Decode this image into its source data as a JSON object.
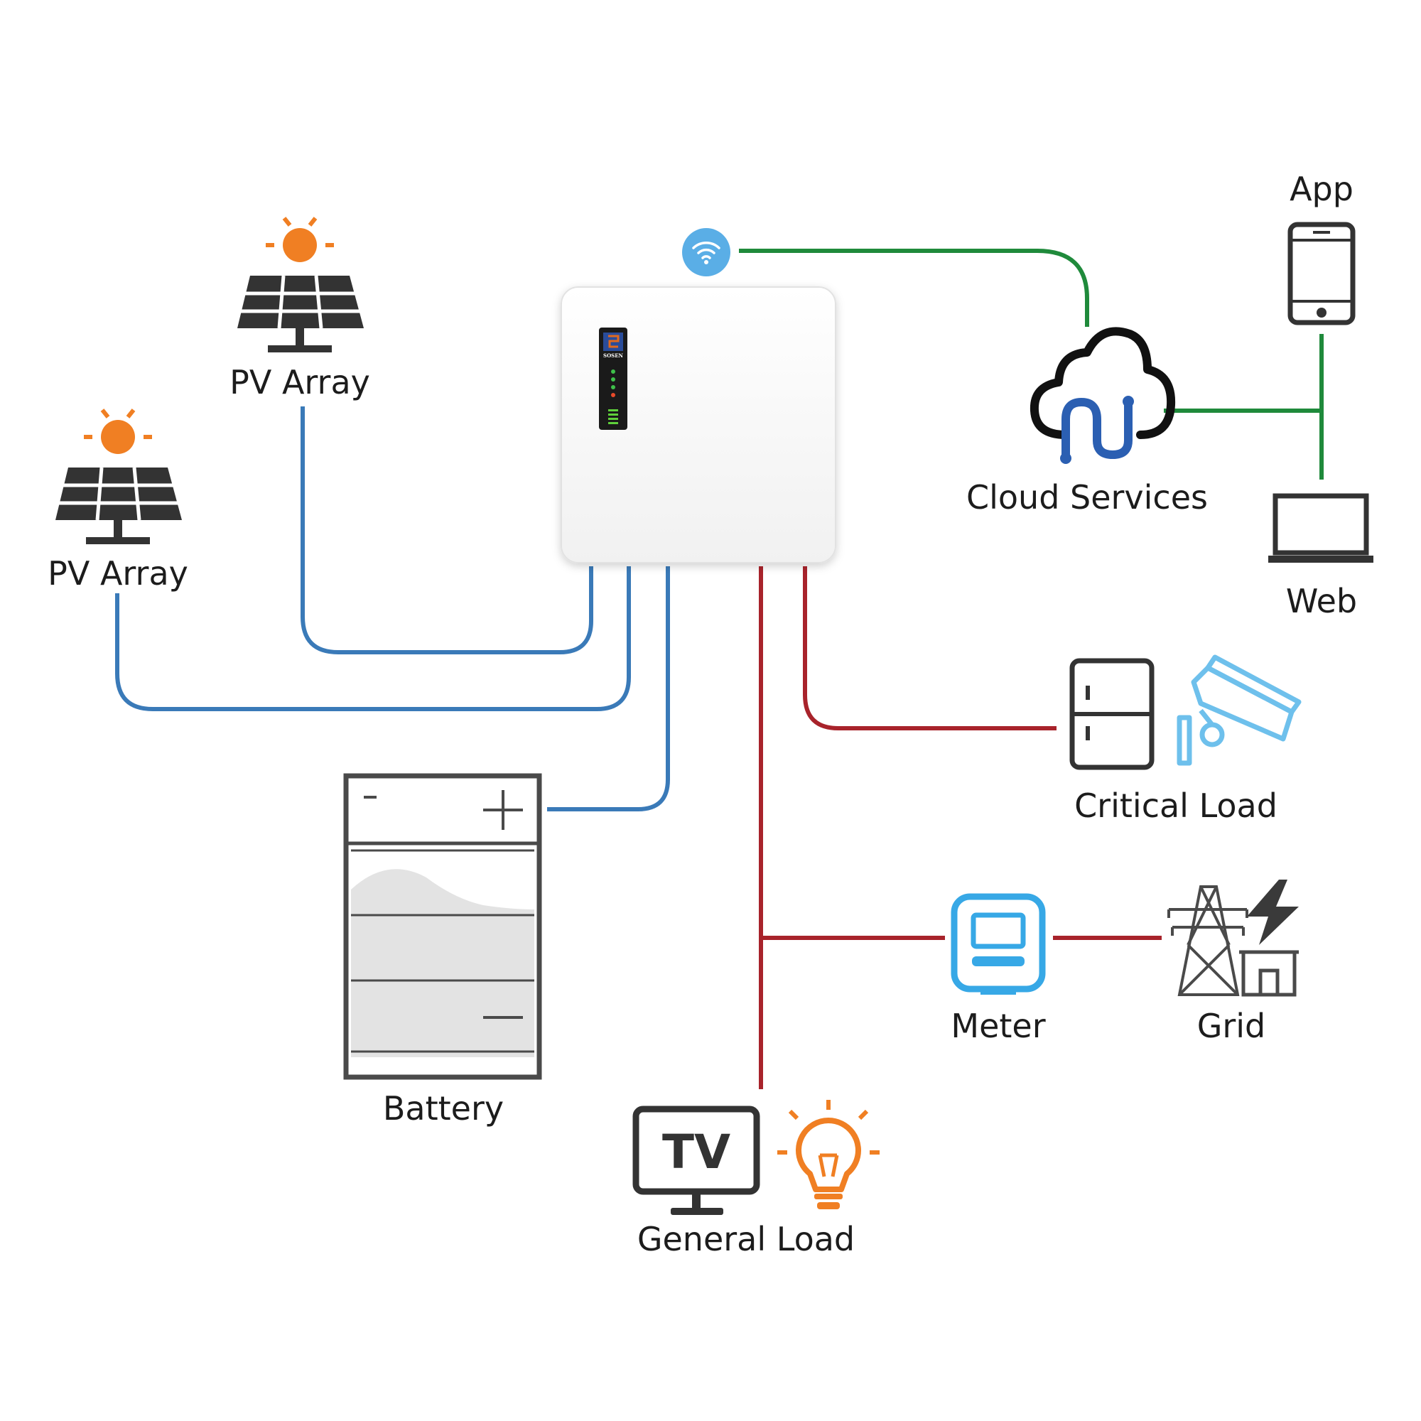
{
  "labels": {
    "pv_array_top": "PV Array",
    "pv_array_left": "PV Array",
    "battery": "Battery",
    "general_load": "General Load",
    "cloud_services": "Cloud Services",
    "app": "App",
    "web": "Web",
    "critical_load": "Critical Load",
    "meter": "Meter",
    "grid": "Grid"
  },
  "inverter": {
    "brand": "SOSEN"
  },
  "icons": {
    "tv_text": "TV",
    "wifi": "wifi-icon",
    "sun": "sun-icon",
    "solar_panel": "solar-panel-icon",
    "battery": "battery-icon",
    "tv": "tv-icon",
    "bulb": "light-bulb-icon",
    "cloud": "cloud-icon",
    "phone": "smartphone-icon",
    "laptop": "laptop-icon",
    "fridge": "fridge-icon",
    "camera": "security-camera-icon",
    "meter": "meter-icon",
    "tower": "power-tower-icon",
    "lightning": "lightning-icon",
    "house": "house-icon"
  },
  "colors": {
    "dc_line": "#3a7ab8",
    "ac_line": "#a8232b",
    "comm_line": "#1f8a3b",
    "sun": "#f07f23",
    "panel": "#333333",
    "wifi": "#5aaee6",
    "meter": "#37a8e6",
    "camera": "#6ec0ec",
    "cloud_inner": "#2b5fb2"
  }
}
